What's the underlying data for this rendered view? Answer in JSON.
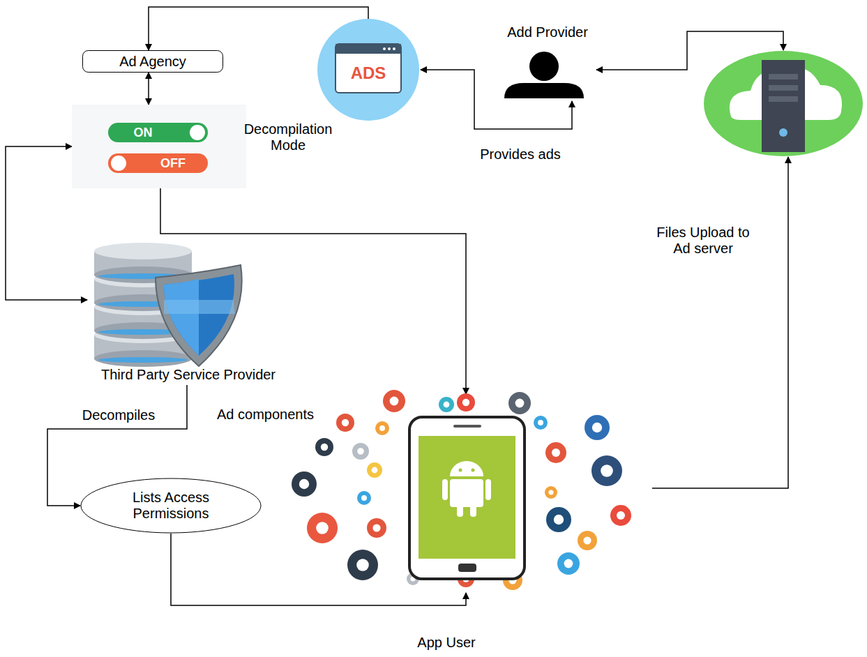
{
  "diagram": {
    "nodes": [
      {
        "text": [
          "Ad Agency"
        ]
      },
      {
        "text": [
          "ADS"
        ]
      },
      {
        "text": [
          "Add Provider"
        ]
      },
      {
        "text": []
      },
      {
        "text": [
          "ON",
          "OFF",
          "Decompilation Mode"
        ]
      },
      {
        "text": [
          "Third Party Service Provider"
        ]
      },
      {
        "text": [
          "Lists Access Permissions"
        ]
      },
      {
        "text": [
          "App User"
        ]
      }
    ],
    "edges": [
      {
        "from": 1,
        "to": 0,
        "arrow": "to"
      },
      {
        "from": 2,
        "to": 1,
        "label": "Provides ads",
        "arrow": "both"
      },
      {
        "from": 2,
        "to": 3,
        "arrow": "both"
      },
      {
        "from": 0,
        "to": 4,
        "arrow": "both"
      },
      {
        "from": 4,
        "to": 5,
        "arrow": "both"
      },
      {
        "from": 4,
        "to": 7,
        "arrow": "to"
      },
      {
        "from": 5,
        "to": 6,
        "label": "Decompiles",
        "arrow": "to"
      },
      {
        "from": 6,
        "to": 7,
        "arrow": "to"
      },
      {
        "from": 7,
        "to": 3,
        "label": "Files Upload to Ad server",
        "arrow": "to"
      }
    ],
    "labels": [
      "Ad components"
    ]
  }
}
